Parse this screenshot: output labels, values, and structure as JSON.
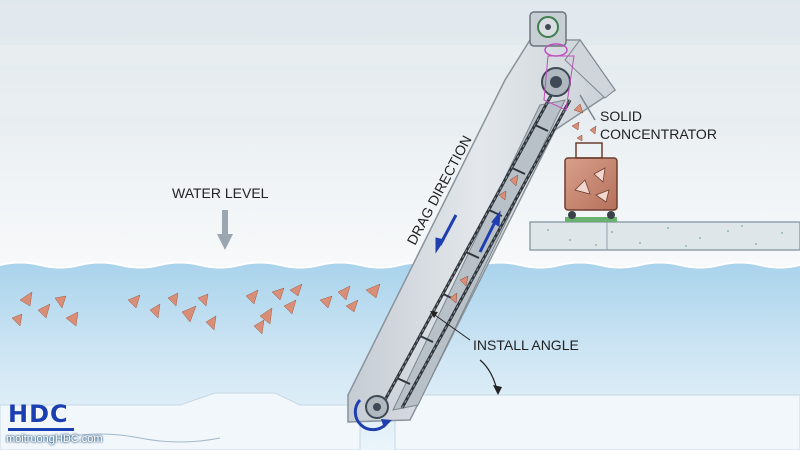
{
  "labels": {
    "water_level": "WATER LEVEL",
    "drag_direction": "DRAG DIRECTION",
    "solid_line1": "SOLID",
    "solid_line2": "CONCENTRATOR",
    "install_angle": "INSTALL ANGLE"
  },
  "logo": {
    "mark": "HDC",
    "site": "moitruongHDC.com"
  },
  "colors": {
    "water_top": "#b9dcf0",
    "water_bottom": "#e3f1f9",
    "sky": "#eef3f6",
    "machine": "#d7dde3",
    "debris": "#d98f77",
    "arrow_blue": "#1f3fb0",
    "logo_blue": "#1a3fb0"
  }
}
